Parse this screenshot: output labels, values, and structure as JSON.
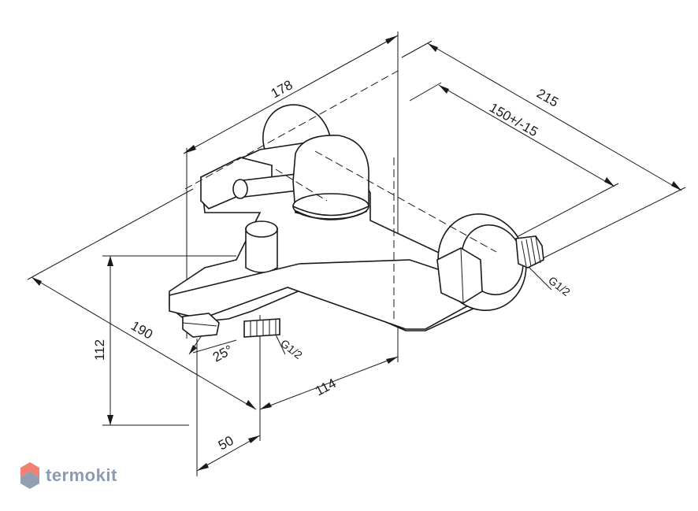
{
  "dimensions": {
    "d178": "178",
    "d215": "215",
    "d150": "150+/-15",
    "d112": "112",
    "d190": "190",
    "d25": "25°",
    "d114": "114",
    "d50": "50"
  },
  "threads": {
    "wall_connector": "G1/2",
    "spout_connector": "G1/2"
  },
  "watermark": {
    "brand": "termokit",
    "logo_colors": [
      "#f06a5a",
      "#7f8ea6"
    ]
  }
}
